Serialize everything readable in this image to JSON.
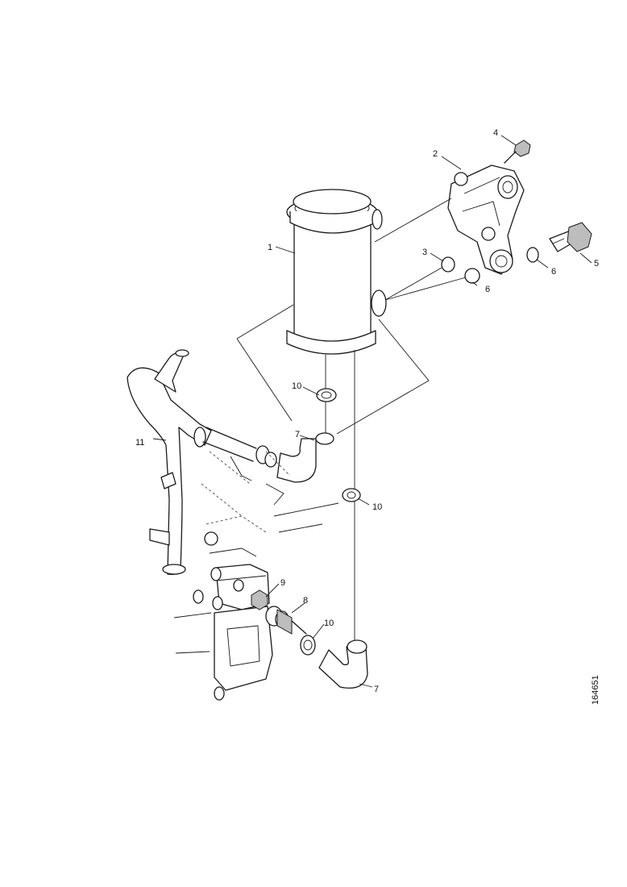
{
  "drawing_code": "164651",
  "callouts": {
    "c1": "1",
    "c2": "2",
    "c3": "3",
    "c4": "4",
    "c5": "5",
    "c6a": "6",
    "c6b": "6",
    "c7a": "7",
    "c7b": "7",
    "c8": "8",
    "c9": "9",
    "c10a": "10",
    "c10b": "10",
    "c10c": "10",
    "c11": "11"
  }
}
